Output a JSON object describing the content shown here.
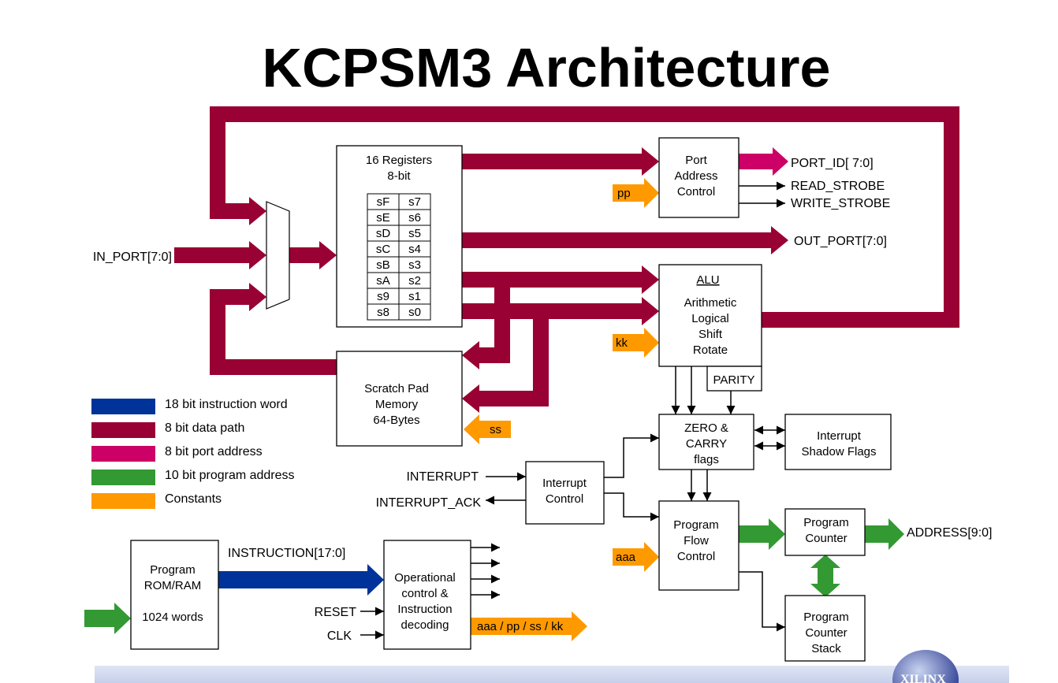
{
  "title": "KCPSM3 Architecture",
  "colors": {
    "data_path": "#990033",
    "instruction": "#003399",
    "port_address": "#cc0066",
    "program_address": "#339933",
    "constants": "#ff9900"
  },
  "legend": [
    {
      "label": "18 bit instruction word",
      "color": "#003399"
    },
    {
      "label": "8 bit data path",
      "color": "#990033"
    },
    {
      "label": "8 bit port address",
      "color": "#cc0066"
    },
    {
      "label": "10 bit program address",
      "color": "#339933"
    },
    {
      "label": "Constants",
      "color": "#ff9900"
    }
  ],
  "registers": {
    "title_line1": "16 Registers",
    "title_line2": "8-bit",
    "rows": [
      [
        "sF",
        "s7"
      ],
      [
        "sE",
        "s6"
      ],
      [
        "sD",
        "s5"
      ],
      [
        "sC",
        "s4"
      ],
      [
        "sB",
        "s3"
      ],
      [
        "sA",
        "s2"
      ],
      [
        "s9",
        "s1"
      ],
      [
        "s8",
        "s0"
      ]
    ]
  },
  "port_address_control": [
    "Port",
    "Address",
    "Control"
  ],
  "alu": {
    "title": "ALU",
    "lines": [
      "Arithmetic",
      "Logical",
      "Shift",
      "Rotate"
    ],
    "parity": "PARITY"
  },
  "scratch_pad": [
    "Scratch Pad",
    "Memory",
    "64-Bytes"
  ],
  "zero_carry": [
    "ZERO &",
    "CARRY",
    "flags"
  ],
  "interrupt_shadow": [
    "Interrupt",
    "Shadow Flags"
  ],
  "interrupt_control": [
    "Interrupt",
    "Control"
  ],
  "program_flow": [
    "Program",
    "Flow",
    "Control"
  ],
  "program_counter": [
    "Program",
    "Counter"
  ],
  "pc_stack": [
    "Program",
    "Counter",
    "Stack"
  ],
  "program_rom": {
    "lines": [
      "Program",
      "ROM/RAM"
    ],
    "size": "1024 words"
  },
  "op_control": [
    "Operational",
    "control &",
    "Instruction",
    "decoding"
  ],
  "signals": {
    "in_port": "IN_PORT[7:0]",
    "port_id": "PORT_ID[ 7:0]",
    "read_strobe": "READ_STROBE",
    "write_strobe": "WRITE_STROBE",
    "out_port": "OUT_PORT[7:0]",
    "interrupt": "INTERRUPT",
    "interrupt_ack": "INTERRUPT_ACK",
    "address": "ADDRESS[9:0]",
    "instruction": "INSTRUCTION[17:0]",
    "reset": "RESET",
    "clk": "CLK"
  },
  "constants": {
    "pp": "pp",
    "kk": "kk",
    "ss": "ss",
    "aaa": "aaa",
    "all": "aaa / pp / ss / kk"
  },
  "logo_text": "XILINX"
}
